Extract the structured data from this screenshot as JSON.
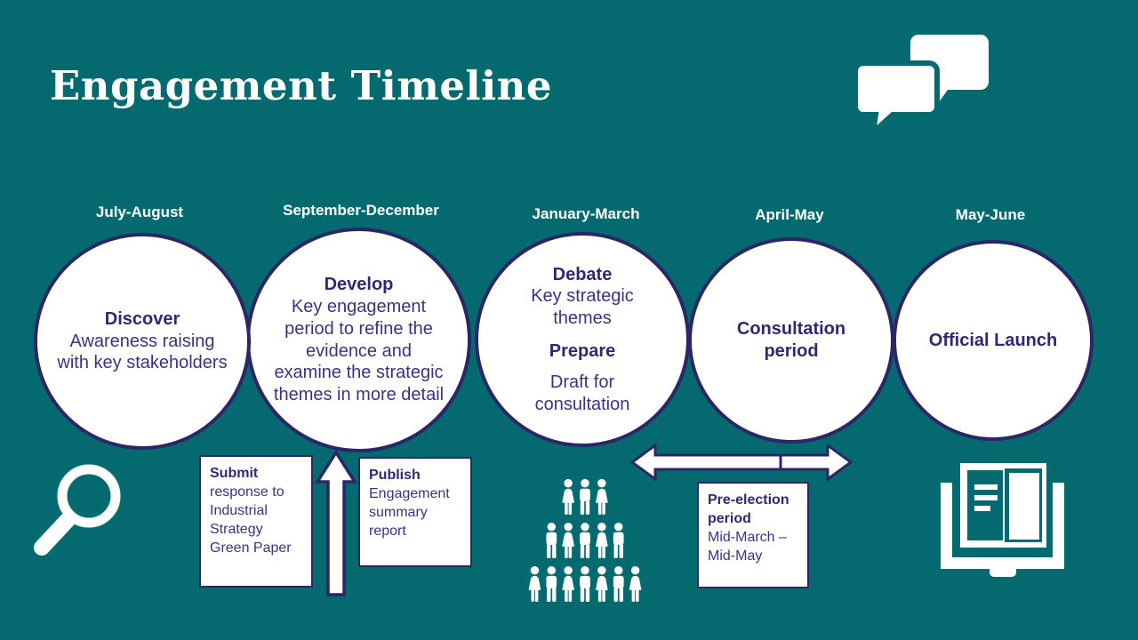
{
  "slide": {
    "title": "Engagement Timeline"
  },
  "colors": {
    "background": "#046A70",
    "navy_outline": "#2B2666",
    "text_navy": "#393480",
    "heading_navy": "#2D2A70",
    "white": "#FFFFFF"
  },
  "phases": [
    {
      "period": "July-August",
      "heading": "Discover",
      "body": "Awareness raising with key stakeholders"
    },
    {
      "period": "September-December",
      "heading": "Develop",
      "body": "Key engagement period to refine the evidence and examine the strategic themes in more detail"
    },
    {
      "period": "January-March",
      "heading": "Debate",
      "body": "Key strategic themes",
      "heading2": "Prepare",
      "body2": "Draft for consultation"
    },
    {
      "period": "April-May",
      "heading": "Consultation period"
    },
    {
      "period": "May-June",
      "heading": "Official Launch"
    }
  ],
  "callouts": {
    "submit": {
      "heading": "Submit",
      "body": "response to Industrial Strategy Green Paper"
    },
    "publish": {
      "heading": "Publish",
      "body": "Engagement summary report"
    },
    "pre_election": {
      "heading": "Pre-election period",
      "body": "Mid-March – Mid-May"
    }
  },
  "icons": {
    "header": "speech-bubbles-icon",
    "discover": "magnifying-glass-icon",
    "debate": "people-group-icon",
    "launch": "open-book-icon",
    "submit_flow": "up-arrow-icon",
    "pre_election_span": "double-headed-arrow-icon"
  }
}
